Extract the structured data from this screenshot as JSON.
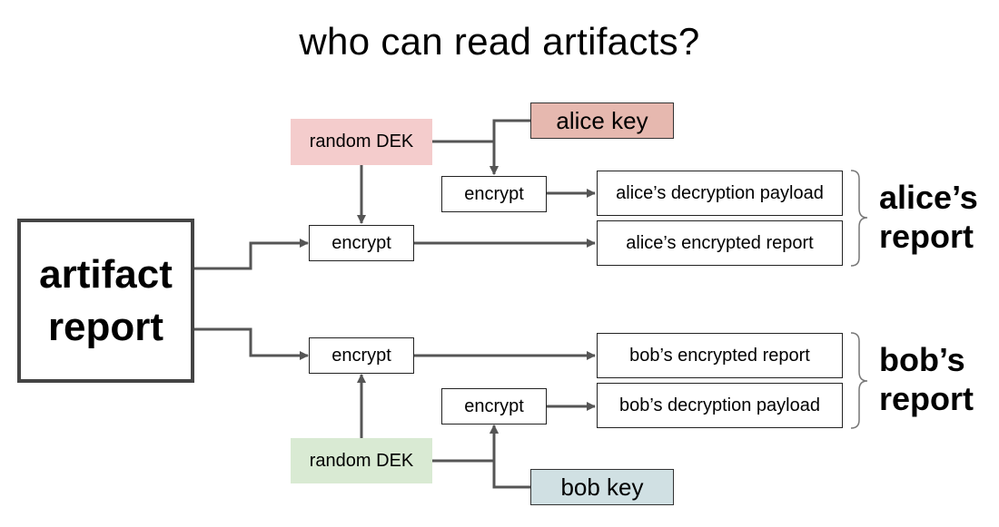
{
  "title": "who can read artifacts?",
  "nodes": {
    "artifact": "artifact report",
    "alice_dek": "random DEK",
    "alice_key": "alice key",
    "alice_key_encrypt": "encrypt",
    "alice_payload": "alice’s decryption payload",
    "alice_report_encrypt": "encrypt",
    "alice_encrypted_report": "alice’s encrypted report",
    "bob_report_encrypt": "encrypt",
    "bob_encrypted_report": "bob’s encrypted report",
    "bob_key_encrypt": "encrypt",
    "bob_payload": "bob’s decryption payload",
    "bob_dek": "random DEK",
    "bob_key": "bob key"
  },
  "groups": {
    "alice": "alice’s report",
    "bob": "bob’s report"
  },
  "colors": {
    "alice_dek": "#f4cccc",
    "alice_key": "#e6b8af",
    "bob_dek": "#d9ead3",
    "bob_key": "#d0e0e3",
    "arrow": "#555555"
  }
}
